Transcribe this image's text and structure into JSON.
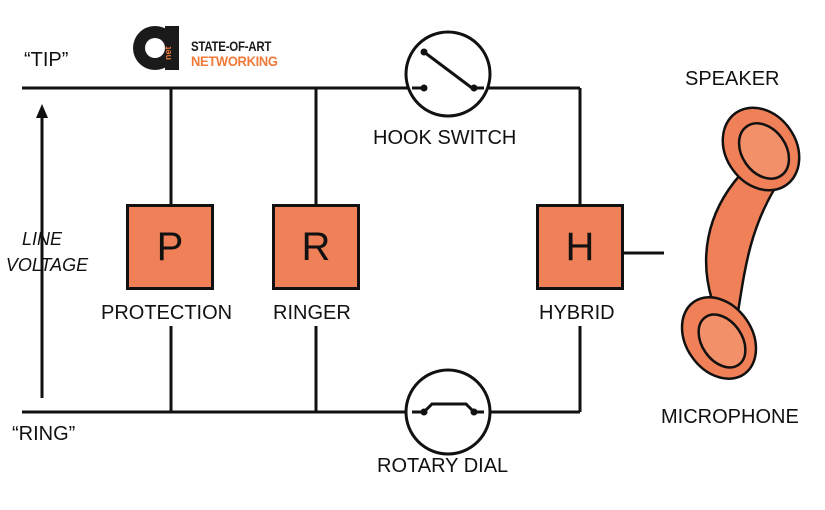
{
  "labels": {
    "tip": "“TIP”",
    "ring": "“RING”",
    "line_voltage_1": "LINE",
    "line_voltage_2": "VOLTAGE",
    "hook_switch": "HOOK SWITCH",
    "rotary_dial": "ROTARY DIAL",
    "protection": "PROTECTION",
    "ringer": "RINGER",
    "hybrid": "HYBRID",
    "speaker": "SPEAKER",
    "microphone": "MICROPHONE"
  },
  "boxes": {
    "protection_letter": "P",
    "ringer_letter": "R",
    "hybrid_letter": "H"
  },
  "logo": {
    "mark_text": "net",
    "line1": "STATE-OF-ART",
    "line2": "NETWORKING"
  },
  "colors": {
    "accent": "#f08057",
    "logo_orange": "#f07a3a",
    "line": "#111111"
  }
}
